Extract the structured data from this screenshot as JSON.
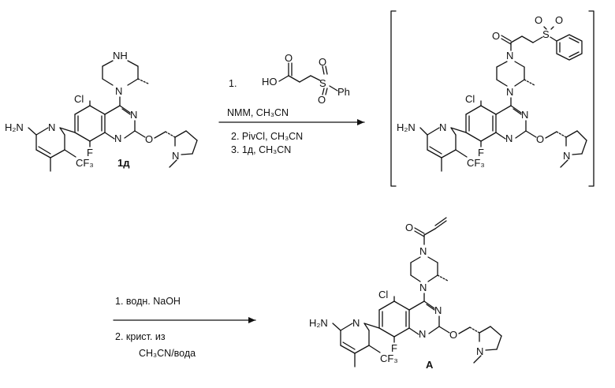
{
  "atoms": {
    "NH": "NH",
    "N": "N",
    "O": "O",
    "Cl": "Cl",
    "F": "F",
    "H2N": "H₂N",
    "CF3": "CF₃",
    "S": "S",
    "HO": "HO",
    "Ph": "Ph"
  },
  "compounds": {
    "start": "1д",
    "product": "A"
  },
  "step1": {
    "reagent_number": "1.",
    "above_1": "NMM, CH₃CN",
    "below_2": "2. PivCl, CH₃CN",
    "below_3": "3. 1д, CH₃CN"
  },
  "step2": {
    "above_1": "1. водн. NaOH",
    "below_2": "2. крист. из",
    "below_2b": "CH₃CN/вода"
  }
}
